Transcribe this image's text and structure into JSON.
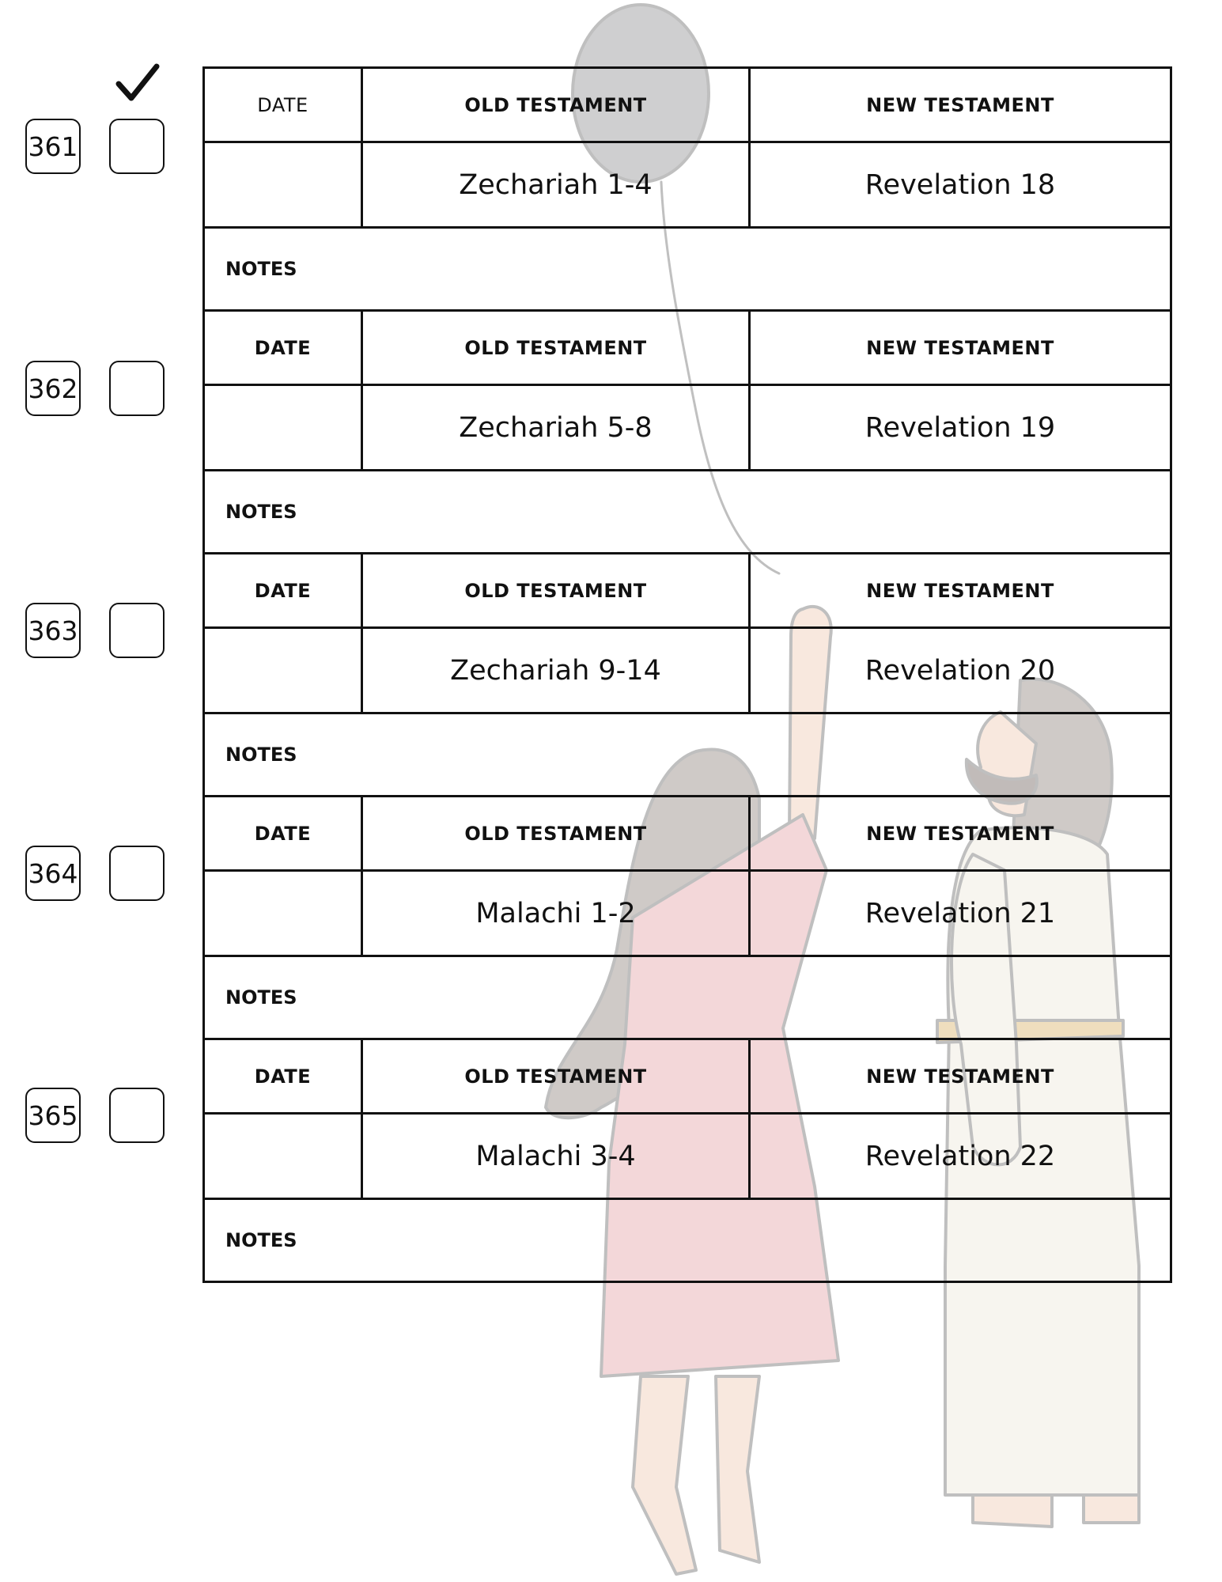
{
  "first_day_date_header": "DATE",
  "columns": {
    "date": "DATE",
    "old_testament": "OLD TESTAMENT",
    "new_testament": "NEW TESTAMENT",
    "notes": "NOTES"
  },
  "entries": [
    {
      "day": "361",
      "old_testament": "Zechariah 1-4",
      "new_testament": "Revelation 18",
      "checked": false
    },
    {
      "day": "362",
      "old_testament": "Zechariah 5-8",
      "new_testament": "Revelation 19",
      "checked": false
    },
    {
      "day": "363",
      "old_testament": "Zechariah 9-14",
      "new_testament": "Revelation 20",
      "checked": false
    },
    {
      "day": "364",
      "old_testament": "Malachi 1-2",
      "new_testament": "Revelation 21",
      "checked": false
    },
    {
      "day": "365",
      "old_testament": "Malachi 3-4",
      "new_testament": "Revelation 22",
      "checked": false
    }
  ],
  "icons": {
    "check": "checkmark-icon",
    "background": "girl-balloon-jesus-illustration"
  },
  "colors": {
    "ink": "#111111",
    "balloon": "#bdbdbf",
    "girl_dress": "#f2c7c9",
    "hair": "#b5aaa5",
    "robe": "#f4f0e4",
    "sash": "#e3c48a",
    "skin": "#f3d6c4"
  }
}
